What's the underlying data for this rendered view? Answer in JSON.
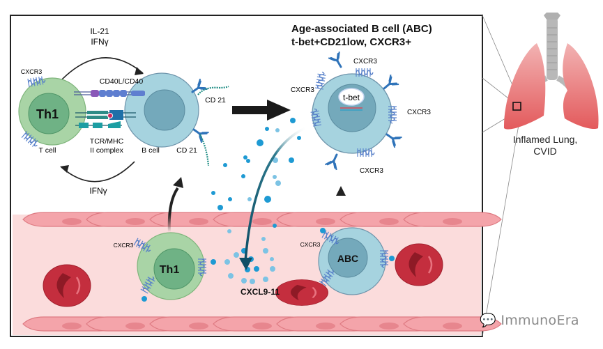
{
  "figure": {
    "title_line1": "Age-associated B cell (ABC)",
    "title_line2": "t-bet+CD21low, CXCR3+"
  },
  "top_left": {
    "signal_top_line1": "IL-21",
    "signal_top_line2": "IFNγ",
    "signal_bottom": "IFNγ",
    "th1_label": "Th1",
    "t_cell_label": "T cell",
    "b_cell_label": "B cell",
    "cd40_label": "CD40L/CD40",
    "tcr_label_line1": "TCR/MHC",
    "tcr_label_line2": "II complex",
    "cxcr3_label": "CXCR3",
    "cd21_top": "CD 21",
    "cd21_bottom": "CD 21"
  },
  "abc_cell": {
    "nucleus_label": "t-bet",
    "receptor_labels": [
      "CXCR3",
      "CXCR3",
      "CXCR3",
      "CXCR3"
    ]
  },
  "vessel": {
    "th1_label": "Th1",
    "th1_cxcr3_label": "CXCR3",
    "abc_label": "ABC",
    "abc_cxcr3_label": "CXCR3",
    "chemokine_label": "CXCL9-11"
  },
  "lung": {
    "caption_line1": "Inflamed Lung,",
    "caption_line2": "CVID"
  },
  "watermark": {
    "icon": "wechat-icon",
    "text": "ImmunoEra"
  },
  "colors": {
    "t_cell_outer": "#a9d4a6",
    "t_cell_nucleus": "#6fb285",
    "b_cell_outer": "#a6d3df",
    "b_cell_nucleus": "#74a9bb",
    "receptor_blue": "#2f73b9",
    "chemokine_blue": "#1e9ad3",
    "vessel_bg": "#fbdcdc",
    "endothelium": "#f2a2a8",
    "rbc": "#c42e3e",
    "lung": "#e66a6a"
  }
}
